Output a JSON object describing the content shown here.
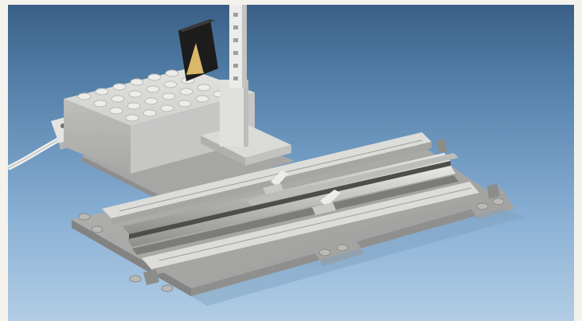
{
  "image": {
    "colors": {
      "background_top": "#3a5f86",
      "background_bottom": "#b2cde4",
      "brick_gray": "#d4d4d2",
      "baseplate_gray": "#a9a9a7",
      "signal_head": "#1c1c1c",
      "signal_arrow": "#d9b86a",
      "rail_metal": "#8f8f8f"
    },
    "icons": [
      "lego-brick-box",
      "signal-head",
      "signal-mast",
      "cable-plug",
      "rail-track",
      "switch-levers",
      "gray-baseplate"
    ]
  }
}
